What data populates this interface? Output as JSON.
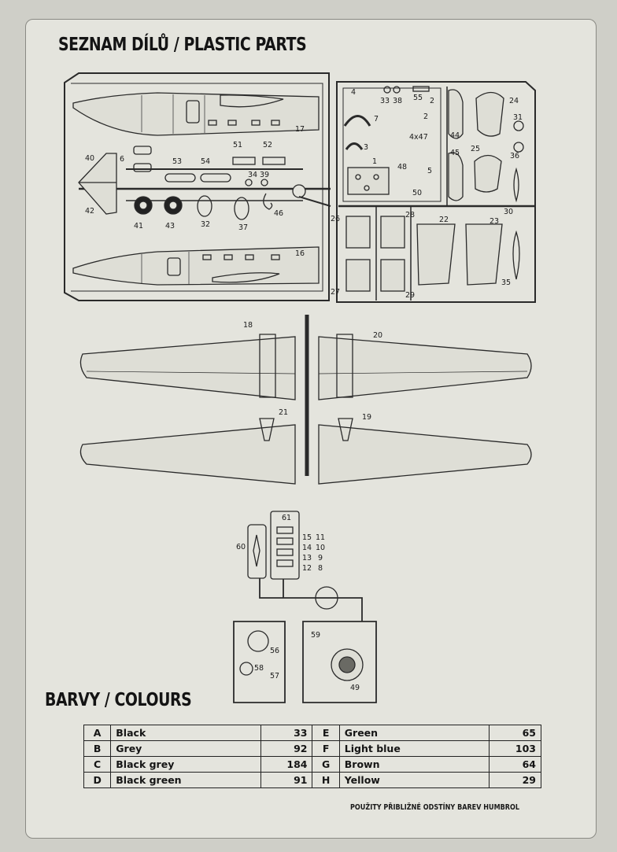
{
  "titles": {
    "parts": "SEZNAM DÍLŮ / PLASTIC PARTS",
    "colours": "BARVY / COLOURS"
  },
  "part_numbers": {
    "p1": "1",
    "p2a": "2",
    "p2b": "2",
    "p3": "3",
    "p4": "4",
    "p5": "5",
    "p6": "6",
    "p7": "7",
    "p8": "8",
    "p9": "9",
    "p10": "10",
    "p11": "11",
    "p12": "12",
    "p13": "13",
    "p14": "14",
    "p15": "15",
    "p16": "16",
    "p17": "17",
    "p18": "18",
    "p19": "19",
    "p20": "20",
    "p21": "21",
    "p22": "22",
    "p23": "23",
    "p24": "24",
    "p25": "25",
    "p26": "26",
    "p27": "27",
    "p28": "28",
    "p29": "29",
    "p30": "30",
    "p31": "31",
    "p32": "32",
    "p33": "33",
    "p34": "34",
    "p35": "35",
    "p36": "36",
    "p37": "37",
    "p38": "38",
    "p39": "39",
    "p40": "40",
    "p41": "41",
    "p42": "42",
    "p43": "43",
    "p44": "44",
    "p45": "45",
    "p46": "46",
    "p47": "4x47",
    "p48": "48",
    "p49": "49",
    "p50": "50",
    "p51": "51",
    "p52": "52",
    "p53": "53",
    "p54": "54",
    "p55": "55",
    "p56": "56",
    "p57": "57",
    "p58": "58",
    "p59": "59",
    "p60": "60",
    "p61": "61"
  },
  "colours": [
    {
      "code": "A",
      "name": "Black",
      "number": "33"
    },
    {
      "code": "B",
      "name": "Grey",
      "number": "92"
    },
    {
      "code": "C",
      "name": "Black grey",
      "number": "184"
    },
    {
      "code": "D",
      "name": "Black green",
      "number": "91"
    },
    {
      "code": "E",
      "name": "Green",
      "number": "65"
    },
    {
      "code": "F",
      "name": "Light blue",
      "number": "103"
    },
    {
      "code": "G",
      "name": "Brown",
      "number": "64"
    },
    {
      "code": "H",
      "name": "Yellow",
      "number": "29"
    }
  ],
  "footnote": "POUŽITY PŘIBLIŽNÉ ODSTÍNY BAREV HUMBROL"
}
